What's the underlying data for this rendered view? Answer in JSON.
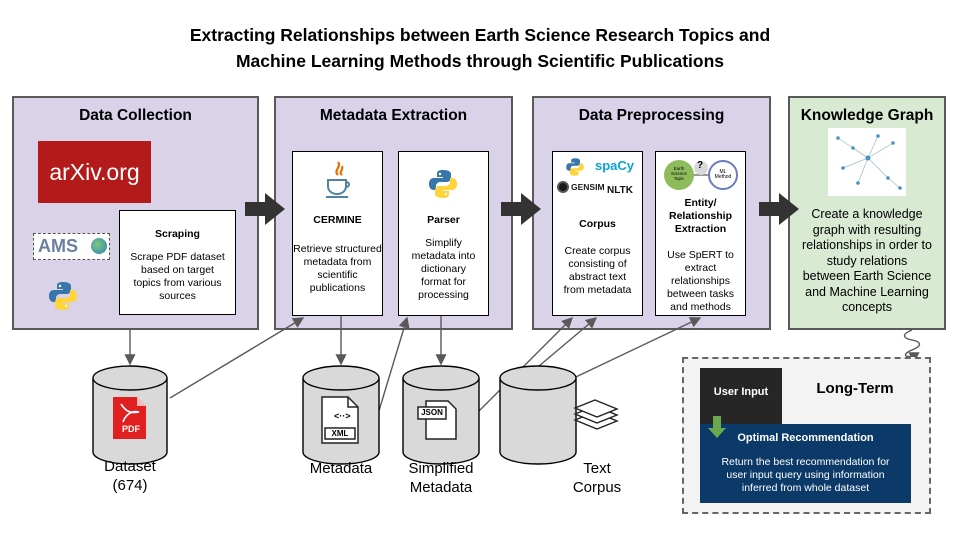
{
  "title": {
    "line1": "Extracting Relationships between Earth Science Research Topics and",
    "line2": "Machine Learning Methods through Scientific Publications"
  },
  "stages": {
    "collection": {
      "title": "Data Collection",
      "logo_text": "arXiv.org",
      "ams_text": "AMS",
      "card": {
        "heading": "Scraping",
        "body": "Scrape PDF dataset based on target topics from various sources"
      }
    },
    "metadata": {
      "title": "Metadata Extraction",
      "cermine": {
        "heading": "CERMINE",
        "body": "Retrieve structured metadata from scientific publications"
      },
      "parser": {
        "heading": "Parser",
        "body": "Simplify metadata into dictionary format for processing"
      }
    },
    "preprocessing": {
      "title": "Data Preprocessing",
      "corpus": {
        "heading": "Corpus",
        "body": "Create corpus consisting of abstract text from metadata",
        "spacy": "spaCy",
        "gensim": "GENSIM",
        "nltk": "NLTK"
      },
      "entity": {
        "heading": "Entity/ Relationship Extraction",
        "body": "Use SpERT to extract relationships between tasks and methods",
        "node1": "Earth Science Topic",
        "node2": "ML Method",
        "qmark": "?"
      }
    },
    "knowledge": {
      "title": "Knowledge Graph",
      "body": "Create a knowledge graph with resulting relationships in order to study relations between Earth Science and Machine Learning concepts"
    }
  },
  "stores": {
    "dataset": {
      "label": "Dataset\n(674)",
      "icon_text": "PDF"
    },
    "metadata": {
      "label": "Metadata",
      "icon_text": "XML"
    },
    "simplified": {
      "label": "Simplified\nMetadata",
      "icon_text": "JSON"
    },
    "text": {
      "label": "Text\nCorpus"
    }
  },
  "long_term": {
    "title": "Long-Term",
    "user_input": "User Input",
    "rec_heading": "Optimal Recommendation",
    "rec_body": "Return the best recommendation for user input query using information inferred from whole dataset"
  },
  "colors": {
    "stage_fill": "#d9d2e9",
    "kg_fill": "#d9ead3",
    "arxiv_red": "#b31b1b",
    "pdf_red": "#e02020",
    "navy": "#0b3a68",
    "user_input_green": "#6aa84f"
  }
}
